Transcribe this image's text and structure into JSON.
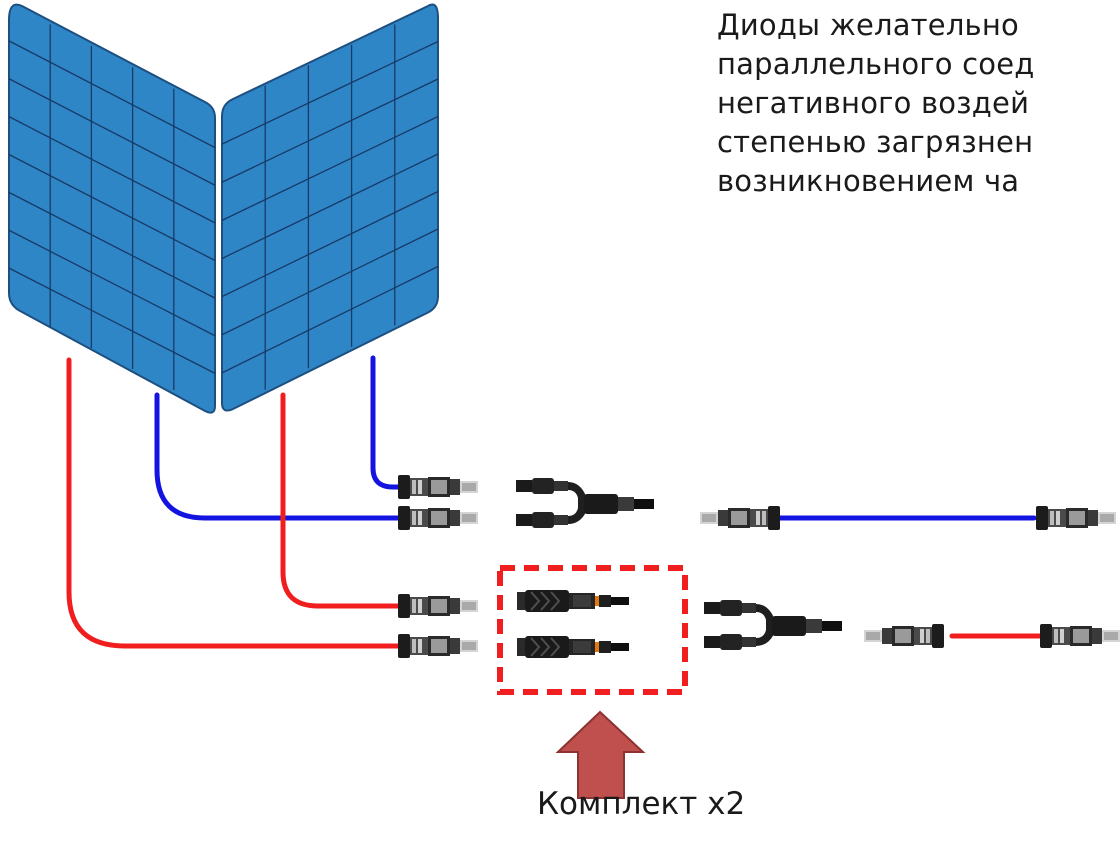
{
  "description_lines": [
    "Диоды желательно",
    "параллельного соед",
    "негативного воздей",
    "степенью загрязнен",
    "возникновением ча"
  ],
  "caption": "Комплект х2",
  "colors": {
    "panel_blue": "#2f86c6",
    "panel_grid": "#173a66",
    "positive_wire": "#f01e1e",
    "negative_wire": "#1414e0",
    "highlight_box": "#f01e1e",
    "arrow_fill": "#c0504d",
    "arrow_stroke": "#8c3230",
    "connector_body": "#1c1c1c",
    "connector_metal": "#b9b9b9"
  }
}
